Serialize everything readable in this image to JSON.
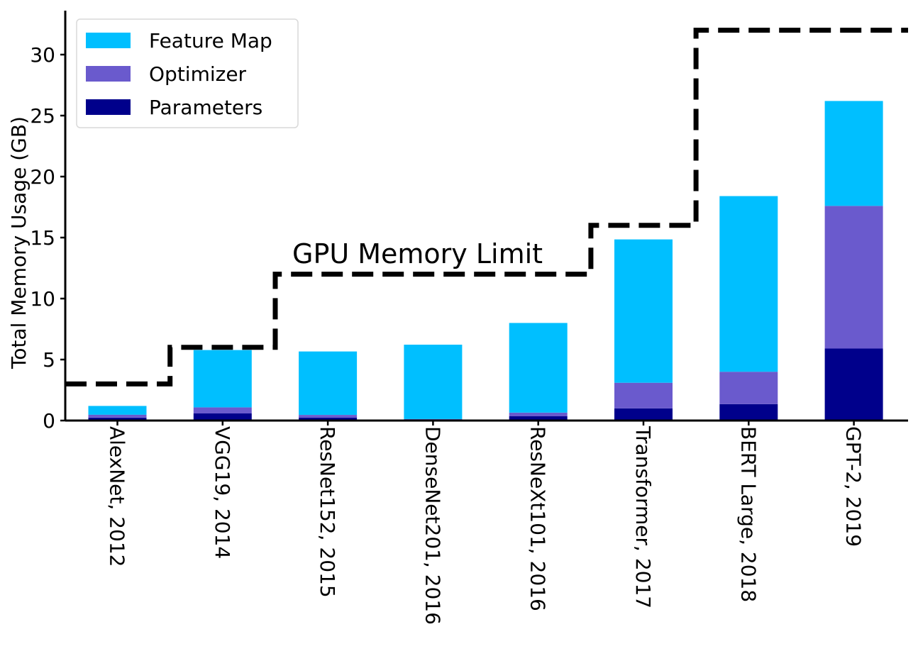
{
  "chart_data": {
    "type": "bar",
    "stacked": true,
    "title": "",
    "xlabel": "",
    "ylabel": "Total Memory Usage (GB)",
    "ylim": [
      0,
      33.5
    ],
    "yticks": [
      "0",
      "5",
      "10",
      "15",
      "20",
      "25",
      "30"
    ],
    "grid": false,
    "legend_position": "top-left",
    "categories": [
      "AlexNet, 2012",
      "VGG19, 2014",
      "ResNet152, 2015",
      "DenseNet201, 2016",
      "ResNeXt101, 2016",
      "Transformer, 2017",
      "BERT Large, 2018",
      "GPT-2, 2019"
    ],
    "series": [
      {
        "name": "Parameters",
        "color": "#00008b",
        "values": [
          0.24,
          0.58,
          0.24,
          0.08,
          0.35,
          1.0,
          1.35,
          5.9
        ]
      },
      {
        "name": "Optimizer",
        "color": "#6a5acd",
        "values": [
          0.24,
          0.5,
          0.22,
          0.04,
          0.3,
          2.1,
          2.65,
          11.7
        ]
      },
      {
        "name": "Feature Map",
        "color": "#00bfff",
        "values": [
          0.72,
          4.7,
          5.2,
          6.1,
          7.35,
          11.75,
          14.4,
          8.6
        ]
      }
    ],
    "legend_order": [
      "Feature Map",
      "Optimizer",
      "Parameters"
    ],
    "gpu_limit": {
      "label": "GPU Memory Limit",
      "values": [
        3,
        6,
        12,
        12,
        12,
        16,
        32,
        32
      ],
      "color": "#000000"
    }
  }
}
